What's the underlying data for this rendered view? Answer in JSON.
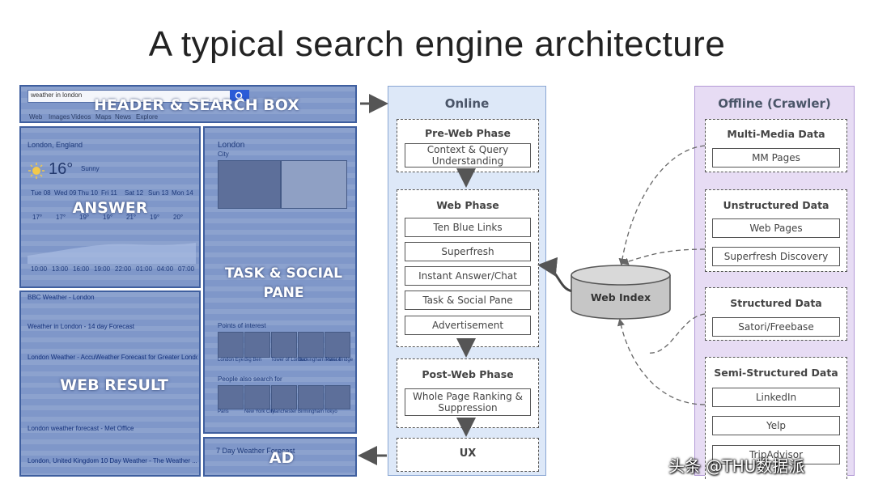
{
  "title": "A typical search engine architecture",
  "left_panels": {
    "header": {
      "label": "HEADER & SEARCH BOX",
      "query": "weather in london",
      "tabs": [
        "Web",
        "Images",
        "Videos",
        "Maps",
        "News",
        "Explore"
      ]
    },
    "answer": {
      "label": "ANSWER",
      "location": "London, England",
      "temperature": "16°",
      "condition": "Sunny",
      "days": [
        "Tue 08",
        "Wed 09",
        "Thu 10",
        "Fri 11",
        "Sat 12",
        "Sun 13",
        "Mon 14"
      ],
      "highs": [
        "17°",
        "17°",
        "19°",
        "19°",
        "21°",
        "19°",
        "20°"
      ],
      "times": [
        "10:00",
        "13:00",
        "16:00",
        "19:00",
        "22:00",
        "01:00",
        "04:00",
        "07:00"
      ]
    },
    "task": {
      "label": "TASK & SOCIAL PANE",
      "place": "London",
      "sub": "City",
      "points_of_interest": "Points of interest",
      "people_also": "People also search for",
      "poi": [
        "London Eye",
        "Big Ben",
        "Tower of London",
        "Buckingham Palace",
        "Tower Bridge"
      ],
      "cities": [
        "Paris",
        "New York City",
        "Manchester",
        "Birmingham",
        "Tokyo"
      ]
    },
    "web_result": {
      "label": "WEB RESULT",
      "results": [
        "BBC Weather - London",
        "Weather in London - 14 day Forecast",
        "London Weather - AccuWeather Forecast for Greater London ...",
        "London weather forecast - Met Office",
        "London, United Kingdom 10 Day Weather - The Weather ..."
      ]
    },
    "ad": {
      "label": "AD",
      "headline": "7 Day Weather Forecast"
    }
  },
  "online": {
    "title": "Online",
    "pre_web": {
      "title": "Pre-Web Phase",
      "items": [
        "Context & Query Understanding"
      ]
    },
    "web": {
      "title": "Web Phase",
      "items": [
        "Ten Blue Links",
        "Superfresh",
        "Instant Answer/Chat",
        "Task & Social Pane",
        "Advertisement"
      ]
    },
    "post_web": {
      "title": "Post-Web Phase",
      "items": [
        "Whole Page Ranking & Suppression"
      ]
    },
    "ux": {
      "title": "UX"
    }
  },
  "web_index": "Web Index",
  "offline": {
    "title": "Offline (Crawler)",
    "groups": [
      {
        "title": "Multi-Media Data",
        "items": [
          "MM Pages"
        ]
      },
      {
        "title": "Unstructured Data",
        "items": [
          "Web Pages",
          "Superfresh Discovery"
        ]
      },
      {
        "title": "Structured Data",
        "items": [
          "Satori/Freebase"
        ]
      },
      {
        "title": "Semi-Structured Data",
        "items": [
          "LinkedIn",
          "Yelp",
          "TripAdvisor"
        ]
      }
    ]
  },
  "watermark": "头条 @THU数据派",
  "colors": {
    "panel_fill": "#7f97c9",
    "online_fill": "#dde8f8",
    "offline_fill": "#e7dcf4",
    "arrow": "#555555"
  }
}
